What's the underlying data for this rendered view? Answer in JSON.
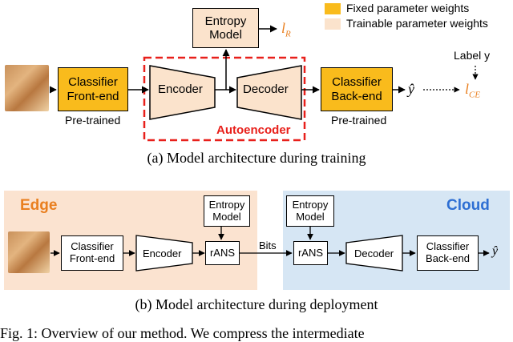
{
  "legend": {
    "fixed_label": "Fixed parameter weights",
    "trainable_label": "Trainable parameter weights",
    "fixed_color": "#f9bb1c",
    "trainable_color": "#fbe3cc"
  },
  "training": {
    "entropy_model": "Entropy\nModel",
    "loss_r": "l",
    "loss_r_sub": "R",
    "classifier_front": "Classifier\nFront-end",
    "encoder": "Encoder",
    "decoder": "Decoder",
    "classifier_back": "Classifier\nBack-end",
    "pretrained_front": "Pre-trained",
    "pretrained_back": "Pre-trained",
    "autoencoder": "Autoencoder",
    "label": "Label y",
    "y_hat": "ŷ",
    "loss_ce": "l",
    "loss_ce_sub": "CE",
    "caption": "(a) Model architecture during training"
  },
  "deployment": {
    "edge_title": "Edge",
    "cloud_title": "Cloud",
    "edge_entropy": "Entropy\nModel",
    "cloud_entropy": "Entropy\nModel",
    "classifier_front": "Classifier\nFront-end",
    "encoder": "Encoder",
    "rans_edge": "rANS",
    "bits": "Bits",
    "rans_cloud": "rANS",
    "decoder": "Decoder",
    "classifier_back": "Classifier\nBack-end",
    "y_hat": "ŷ",
    "caption": "(b) Model architecture during deployment"
  },
  "figure_caption": "Fig. 1: Overview of our method. We compress the intermediate",
  "colors": {
    "orange_text": "#e97f1f",
    "red_dashed": "#e8201b",
    "edge_bg": "#fbe3d0",
    "cloud_bg": "#d6e6f4",
    "cloud_title": "#2e6fd3",
    "edge_title": "#e97f1f"
  }
}
